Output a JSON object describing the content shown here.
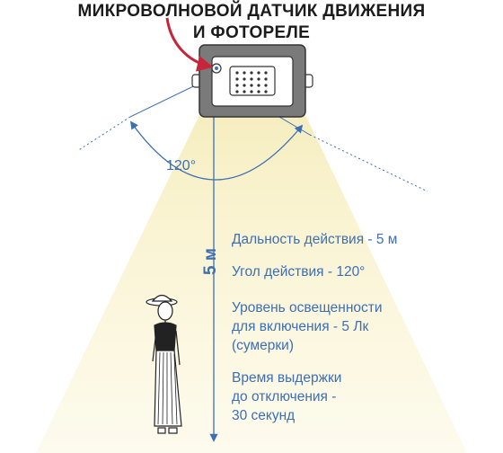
{
  "title": {
    "line1": "МИКРОВОЛНОВОЙ ДАТЧИК ДВИЖЕНИЯ",
    "line2": "И ФОТОРЕЛЕ"
  },
  "angle_label": "120°",
  "distance_label": "5 м",
  "specs": [
    {
      "lines": [
        "Дальность действия - 5 м"
      ]
    },
    {
      "lines": [
        "Угол действия - 120°"
      ]
    },
    {
      "lines": [
        "Уровень освещенности",
        "для включения - 5 Лк",
        "(сумерки)"
      ]
    },
    {
      "lines": [
        "Время выдержки",
        "до отключения -",
        "30 секунд"
      ]
    }
  ],
  "colors": {
    "accent_blue": "#3c6fb3",
    "arrow_red": "#c7253a",
    "light_cone": "#fbf5d6",
    "housing": "#7a7a7a"
  }
}
